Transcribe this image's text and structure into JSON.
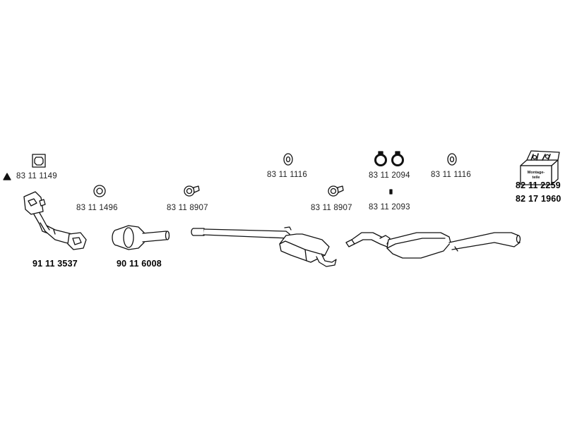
{
  "labels": {
    "flange_gasket": "83 11 1149",
    "rubber_ring_1": "83 11 1496",
    "clamp_1": "83 11 8907",
    "hanger_1": "83 11 1116",
    "clamp_2": "83 11 8907",
    "hanger_pair": "83 11 2094",
    "hanger_pair_sub": "83 11 2093",
    "hanger_2": "83 11 1116",
    "front_pipe": "91 11 3537",
    "catalyst": "90 11 6008",
    "mounting_kit_1": "82 11 2259",
    "mounting_kit_2": "82 17 1960"
  },
  "kit_box_text": {
    "line1": "Montage-",
    "line2": "teile"
  },
  "colors": {
    "stroke": "#111111",
    "fill": "#ffffff"
  },
  "icons": {
    "triangle": "warning-triangle-icon"
  }
}
